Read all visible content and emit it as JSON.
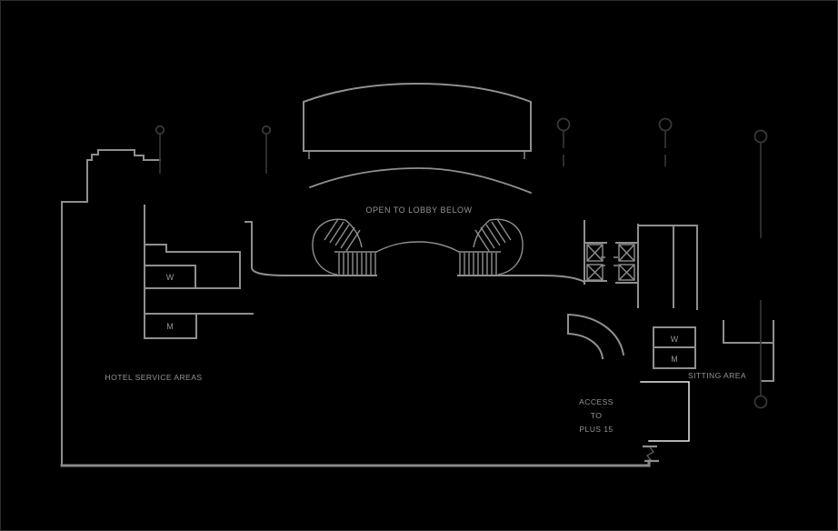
{
  "drawing": {
    "labels": {
      "open_to_lobby": "OPEN TO LOBBY BELOW",
      "hotel_service_areas": "HOTEL SERVICE AREAS",
      "sitting_area": "SITTING AREA",
      "access_line1": "ACCESS",
      "access_line2": "TO",
      "access_line3": "PLUS 15",
      "womens_room_left": "W",
      "mens_room_left": "M",
      "womens_room_right": "W",
      "mens_room_right": "M"
    },
    "colors": {
      "background": "#000000",
      "wall": "#8f8f8f",
      "grid": "#383838",
      "highlight": "#eeeeee",
      "text": "#949494"
    }
  }
}
